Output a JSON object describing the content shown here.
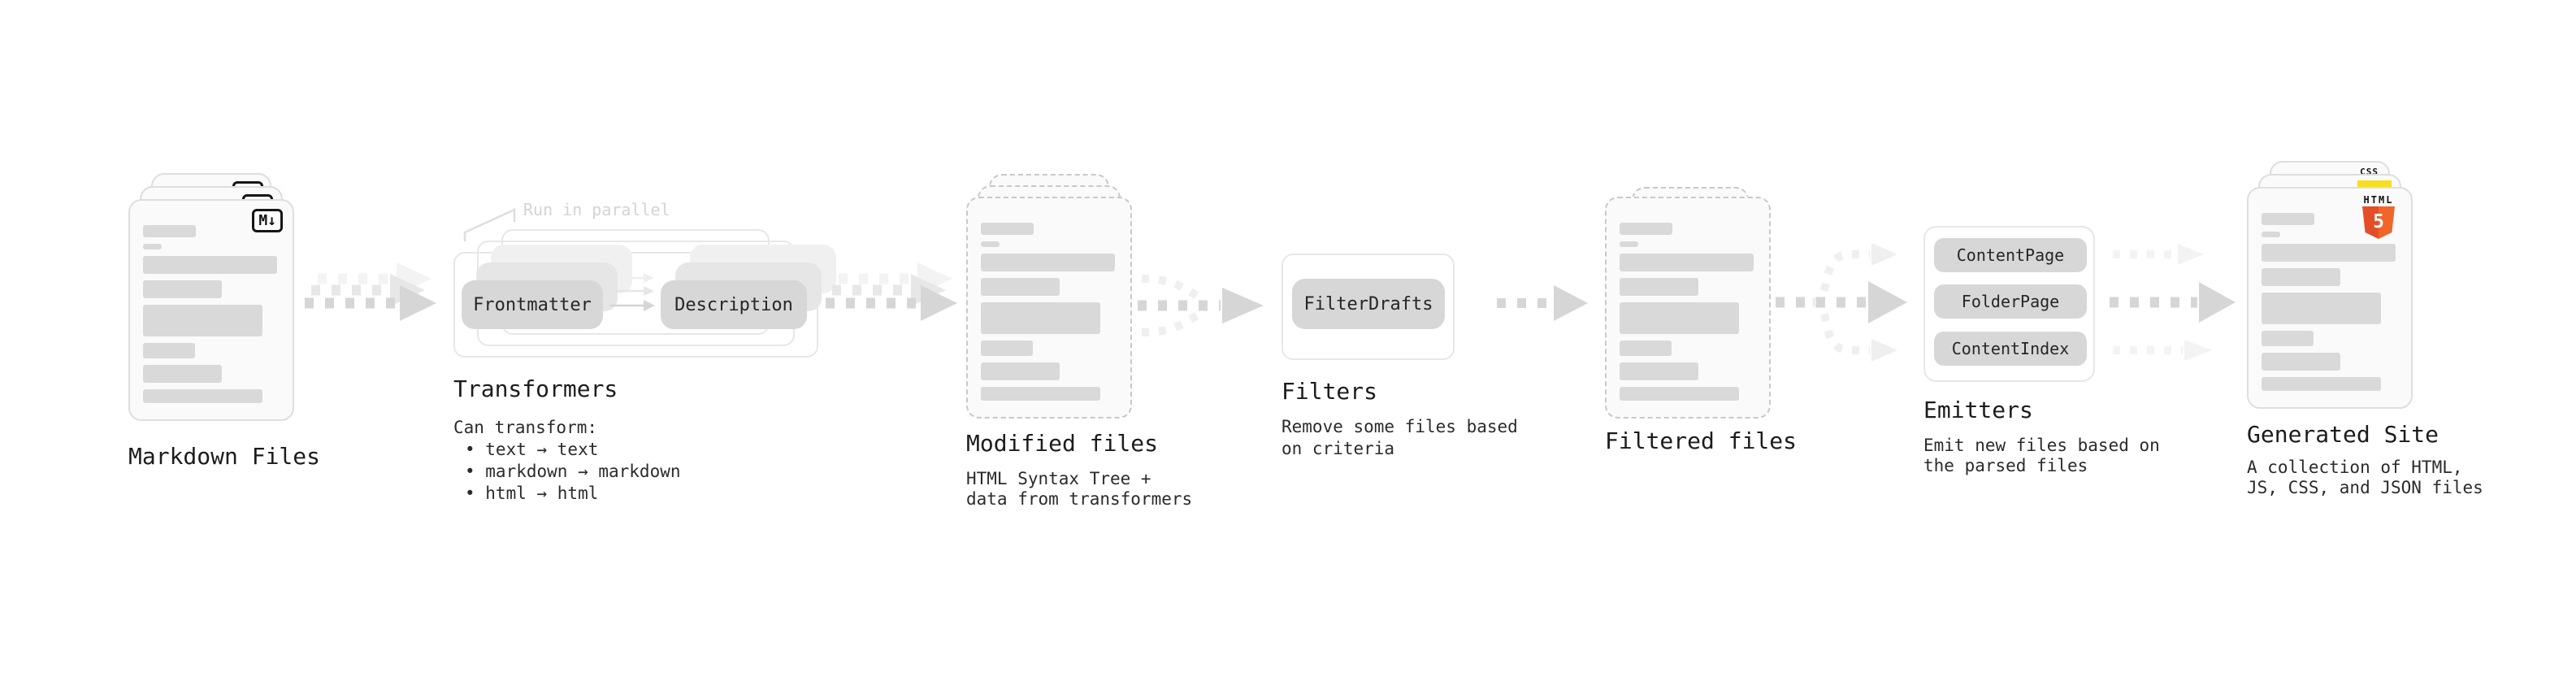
{
  "palette": {
    "card_bg": "#fafafa",
    "card_border": "#dedede",
    "dashed_border": "#c8c8c8",
    "bar": "#d9d9d9",
    "pill_bg": "#d7d7d7",
    "pill_text": "#262626",
    "ghost_1": "#e6e6e6",
    "ghost_2": "#f0f0f0",
    "outline_box": "#e7e7e7",
    "label": "#1c1c1c",
    "caption": "#2b2b2b",
    "annotation": "#d4d4d4",
    "leader": "#dedede",
    "arrow_strong": "#d6d6d6",
    "arrow_mid": "#e7e7e7",
    "arrow_faint": "#efefef",
    "arrow_xfaint": "#f3f3f3",
    "md_badge_border": "#151515",
    "js_badge": "#f7df1e",
    "css_badge_bar": "#2965f1",
    "html5_left": "#e44d26",
    "html5_right": "#f16529"
  },
  "stages": {
    "markdown": {
      "label": "Markdown Files",
      "badge": "M↓"
    },
    "transformers": {
      "label": "Transformers",
      "annotation": "Run in parallel",
      "pills": {
        "frontmatter": "Frontmatter",
        "description": "Description"
      },
      "caption_title": "Can transform:",
      "bullets": {
        "b1": "• text → text",
        "b2": "• markdown → markdown",
        "b3": "• html → html"
      }
    },
    "modified": {
      "label": "Modified files",
      "caption1": "HTML Syntax Tree +",
      "caption2": "data from transformers"
    },
    "filters": {
      "label": "Filters",
      "pill": "FilterDrafts",
      "caption1": "Remove some files based",
      "caption2": "on criteria"
    },
    "filtered": {
      "label": "Filtered files"
    },
    "emitters": {
      "label": "Emitters",
      "pills": {
        "p1": "ContentPage",
        "p2": "FolderPage",
        "p3": "ContentIndex"
      },
      "caption1": "Emit new files based on",
      "caption2": "the parsed files"
    },
    "generated": {
      "label": "Generated Site",
      "caption1": "A collection of HTML,",
      "caption2": "JS, CSS, and JSON files",
      "badges": {
        "css": "CSS",
        "html": "HTML",
        "five": "5"
      }
    }
  },
  "file_bars": [
    {
      "w": 65,
      "h": 15
    },
    {
      "w": 23,
      "h": 7
    },
    {
      "w": 165,
      "h": 22
    },
    {
      "w": 97,
      "h": 22
    },
    {
      "w": 147,
      "h": 39
    },
    {
      "w": 64,
      "h": 19
    },
    {
      "w": 97,
      "h": 22
    },
    {
      "w": 147,
      "h": 17
    }
  ]
}
